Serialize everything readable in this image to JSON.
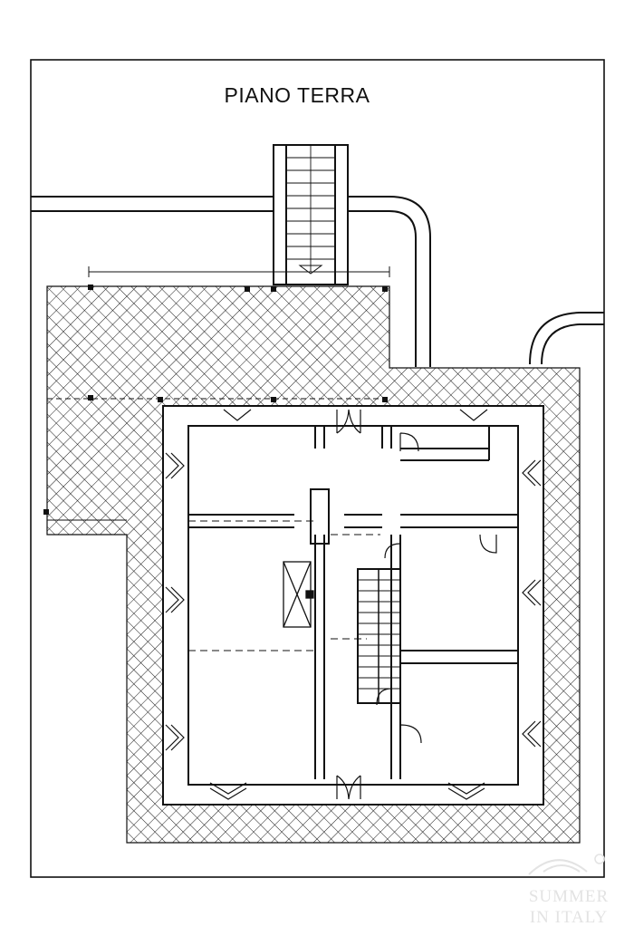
{
  "drawing": {
    "title": "PIANO TERRA",
    "watermark": {
      "line1": "SUMMER",
      "line2": "IN ITALY"
    }
  },
  "colors": {
    "ink": "#111111",
    "paper": "#ffffff",
    "hatch": "#1a1a1a",
    "watermark": "#e3e3e3"
  }
}
